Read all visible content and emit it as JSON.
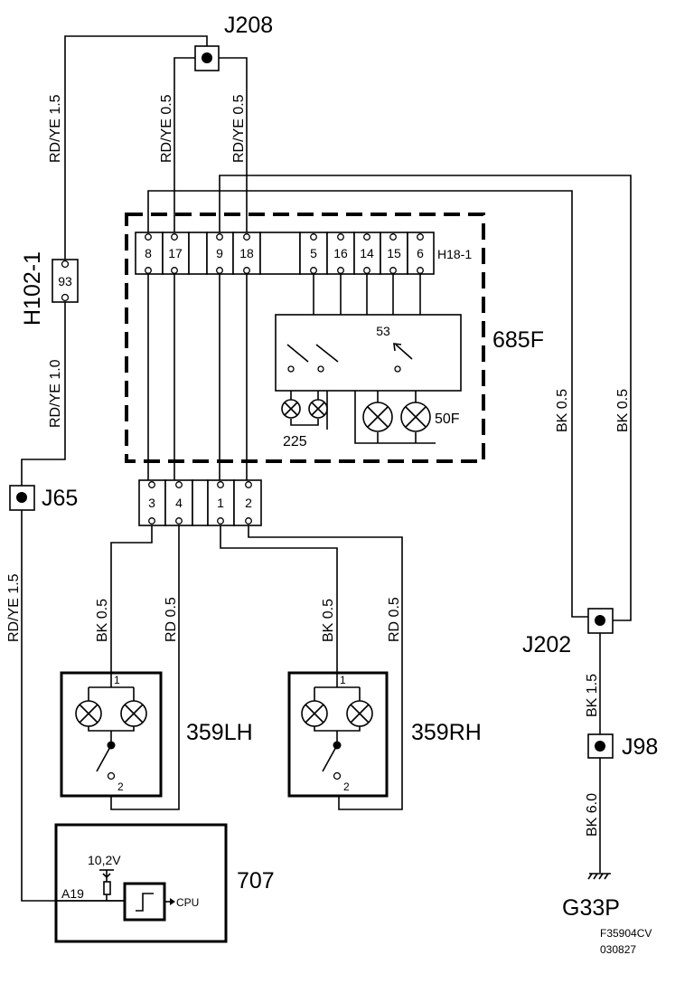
{
  "splices": {
    "j208": "J208",
    "j65": "J65",
    "j202": "J202",
    "j98": "J98"
  },
  "connectors": {
    "h102": "H102-1",
    "h102_pin": "93",
    "h18": "H18-1",
    "h18_pins": [
      "8",
      "17",
      "9",
      "18",
      "5",
      "16",
      "14",
      "15",
      "6"
    ],
    "lower_pins": [
      "3",
      "4",
      "1",
      "2"
    ]
  },
  "components": {
    "c685": "685F",
    "c685_inner": "53",
    "c225": "225",
    "c50": "50F",
    "c359lh": "359LH",
    "c359rh": "359RH",
    "pin_1": "1",
    "pin_2": "2",
    "c707": "707",
    "voltage": "10,2V",
    "a19": "A19",
    "cpu": "CPU"
  },
  "wires": {
    "rdye15_top": "RD/YE  1.5",
    "rdye05_a": "RD/YE  0.5",
    "rdye05_b": "RD/YE  0.5",
    "rdye10": "RD/YE  1.0",
    "rdye15_left": "RD/YE  1.5",
    "bk05_a": "BK  0.5",
    "bk05_b": "BK  0.5",
    "bk05_lh": "BK  0.5",
    "rd05_lh": "RD  0.5",
    "bk05_rh": "BK  0.5",
    "rd05_rh": "RD  0.5",
    "bk15": "BK  1.5",
    "bk60": "BK  6.0"
  },
  "ground": "G33P",
  "footer": {
    "code": "F35904CV",
    "date": "030827"
  },
  "icons": [
    "lamp-icon",
    "switch-icon",
    "ground-icon",
    "splice-icon",
    "comparator-icon"
  ]
}
